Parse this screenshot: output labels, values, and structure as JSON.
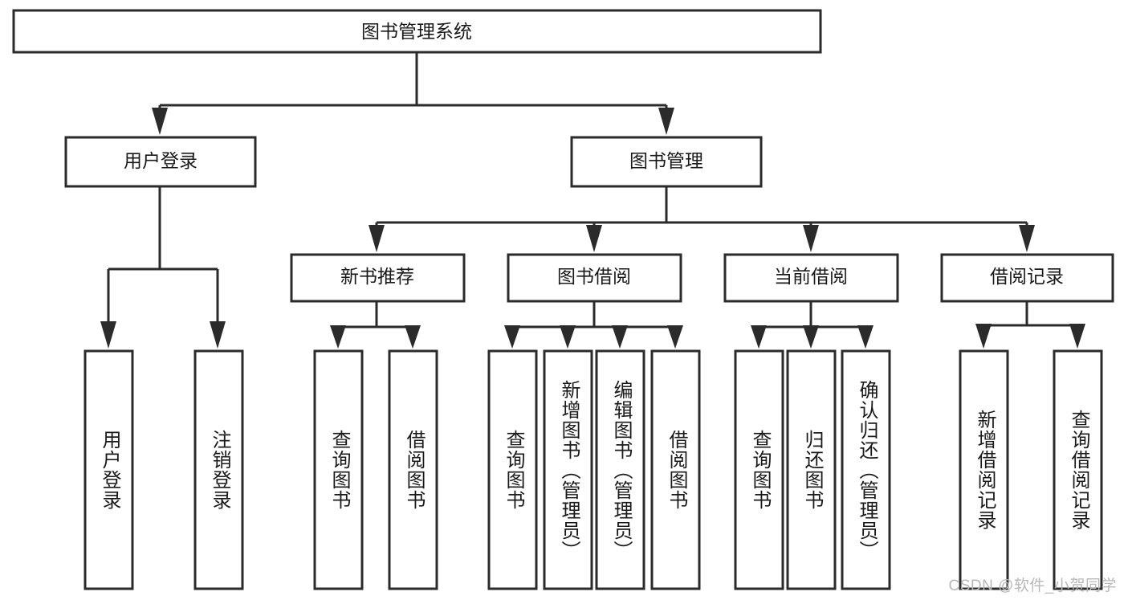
{
  "diagram": {
    "type": "tree-hierarchy-flowchart",
    "title": "图书管理系统",
    "root": {
      "id": "root",
      "label": "图书管理系统"
    },
    "level2": [
      {
        "id": "user-login",
        "label": "用户登录"
      },
      {
        "id": "book-management",
        "label": "图书管理"
      }
    ],
    "level3": [
      {
        "id": "new-book-recommend",
        "label": "新书推荐",
        "parent": "book-management"
      },
      {
        "id": "book-borrow",
        "label": "图书借阅",
        "parent": "book-management"
      },
      {
        "id": "current-borrow",
        "label": "当前借阅",
        "parent": "book-management"
      },
      {
        "id": "borrow-record",
        "label": "借阅记录",
        "parent": "book-management"
      }
    ],
    "leaves": {
      "user-login": [
        {
          "id": "leaf-user-login",
          "label": "用户登录"
        },
        {
          "id": "leaf-user-logout",
          "label": "注销登录"
        }
      ],
      "new-book-recommend": [
        {
          "id": "leaf-query-book-1",
          "label": "查询图书"
        },
        {
          "id": "leaf-borrow-book-1",
          "label": "借阅图书"
        }
      ],
      "book-borrow": [
        {
          "id": "leaf-query-book-2",
          "label": "查询图书"
        },
        {
          "id": "leaf-add-book",
          "label": "新增图书（管理员）"
        },
        {
          "id": "leaf-edit-book",
          "label": "编辑图书（管理员）"
        },
        {
          "id": "leaf-borrow-book-2",
          "label": "借阅图书"
        }
      ],
      "current-borrow": [
        {
          "id": "leaf-query-book-3",
          "label": "查询图书"
        },
        {
          "id": "leaf-return-book",
          "label": "归还图书"
        },
        {
          "id": "leaf-confirm-return",
          "label": "确认归还（管理员）"
        }
      ],
      "borrow-record": [
        {
          "id": "leaf-add-record",
          "label": "新增借阅记录"
        },
        {
          "id": "leaf-query-record",
          "label": "查询借阅记录"
        }
      ]
    },
    "colors": {
      "box_fill": "#ffffff",
      "box_stroke": "#2b2b2b",
      "text": "#1a1a1a",
      "background": "#ffffff",
      "watermark": "#b8b8b8"
    }
  },
  "watermark": {
    "text": "CSDN @软件_小贺同学"
  }
}
